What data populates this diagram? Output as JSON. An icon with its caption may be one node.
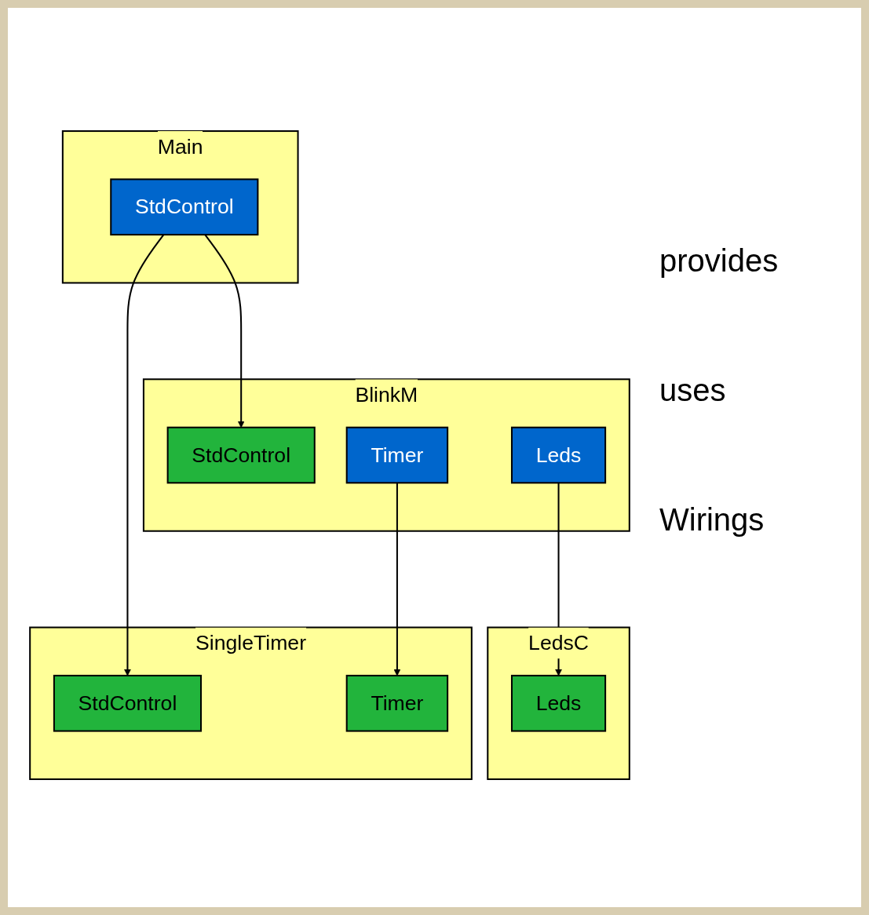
{
  "diagram": {
    "nodes": [
      {
        "text": [
          "Main"
        ]
      },
      {
        "text": [
          "StdControl"
        ],
        "in": 0
      },
      {
        "text": [
          "BlinkM"
        ]
      },
      {
        "text": [
          "StdControl"
        ],
        "in": 2
      },
      {
        "text": [
          "Timer"
        ],
        "in": 2
      },
      {
        "text": [
          "Leds"
        ],
        "in": 2
      },
      {
        "text": [
          "SingleTimer"
        ]
      },
      {
        "text": [
          "StdControl"
        ],
        "in": 6
      },
      {
        "text": [
          "Timer"
        ],
        "in": 6
      },
      {
        "text": [
          "LedsC"
        ]
      },
      {
        "text": [
          "Leds"
        ],
        "in": 9
      }
    ],
    "edges": [
      {
        "from": 1,
        "to": 7,
        "arrow": "to"
      },
      {
        "from": 1,
        "to": 3,
        "arrow": "to"
      },
      {
        "from": 4,
        "to": 8,
        "arrow": "to"
      },
      {
        "from": 5,
        "to": 10,
        "arrow": "to"
      }
    ],
    "labels": [
      "provides",
      "uses",
      "Wirings"
    ]
  }
}
